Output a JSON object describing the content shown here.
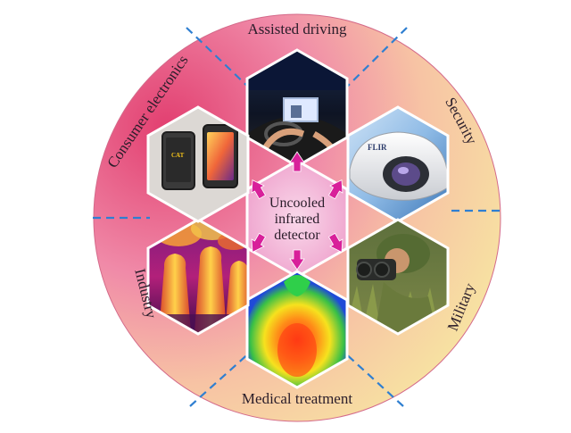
{
  "center": {
    "line1": "Uncooled",
    "line2": "infrared",
    "line3": "detector"
  },
  "sectors": {
    "assisted_driving": "Assisted driving",
    "security": "Security",
    "military": "Military",
    "medical_treatment": "Medical treatment",
    "industry": "Industry",
    "consumer_electronics": "Consumer electronics"
  },
  "phone_brand": "CAT",
  "camera_brand": "FLIR",
  "colors": {
    "outer_pink": "#e9547a",
    "outer_peach": "#f6c69a",
    "outer_yellow": "#f6ee9e",
    "center_hex": "#f2b8d8",
    "arrow": "#d8209a",
    "divider": "#2f7fd1",
    "text": "#2a1d2a"
  }
}
